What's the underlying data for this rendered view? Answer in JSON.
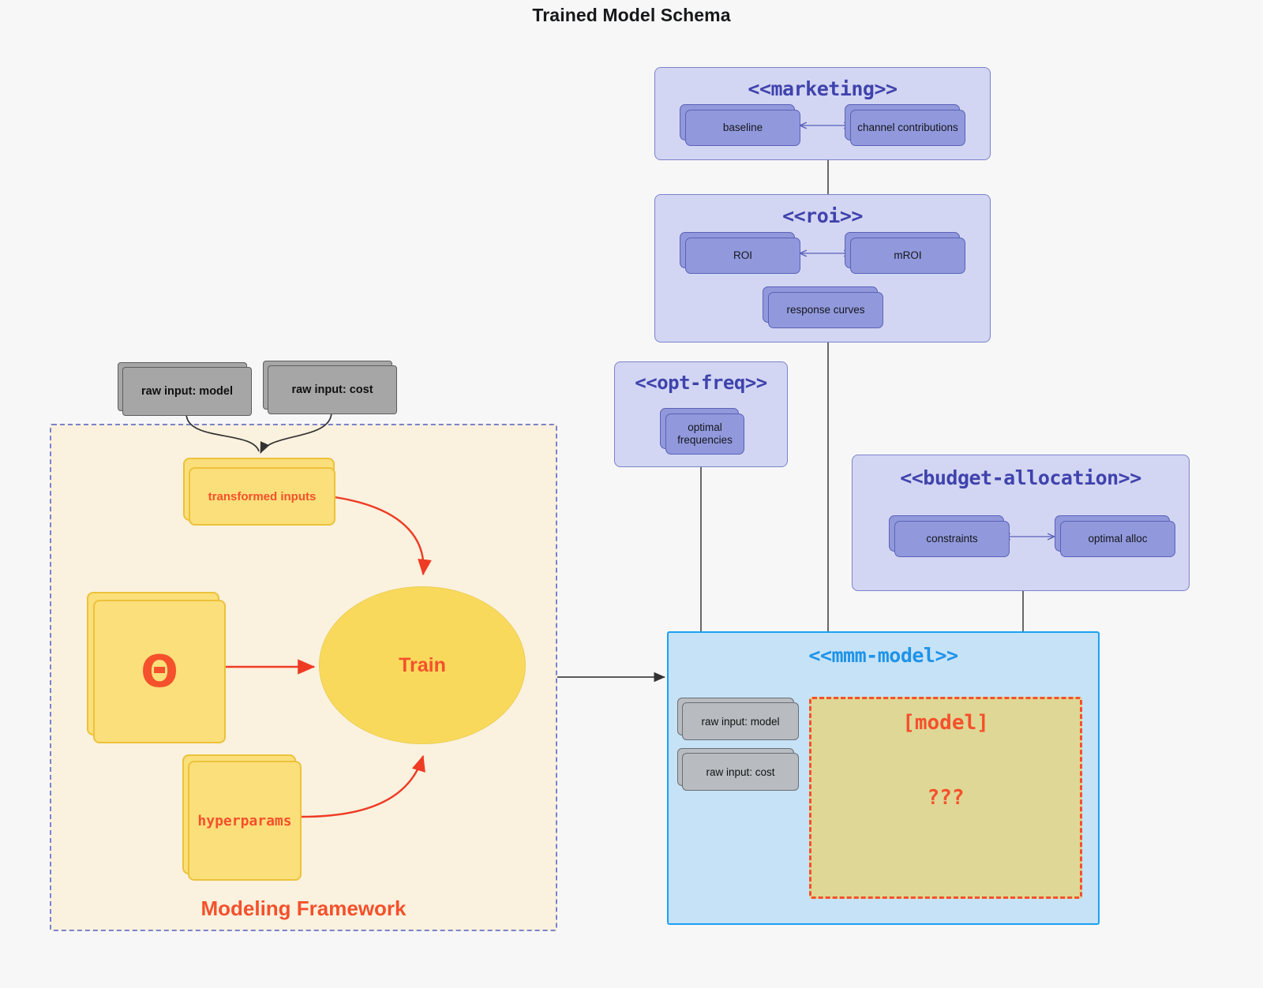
{
  "title": "Trained Model Schema",
  "packages": {
    "marketing": {
      "name": "<<marketing>>",
      "nodes": [
        {
          "label": "baseline"
        },
        {
          "label": "channel contributions"
        }
      ]
    },
    "roi": {
      "name": "<<roi>>",
      "nodes": [
        {
          "label": "ROI"
        },
        {
          "label": "mROI"
        },
        {
          "label": "response curves"
        }
      ]
    },
    "opt_freq": {
      "name": "<<opt-freq>>",
      "nodes": [
        {
          "label": "optimal frequencies"
        }
      ]
    },
    "budget_allocation": {
      "name": "<<budget-allocation>>",
      "nodes": [
        {
          "label": "constraints"
        },
        {
          "label": "optimal alloc"
        }
      ]
    },
    "mmm_model": {
      "name": "<<mmm-model>>",
      "inputs": [
        {
          "label": "raw input: model"
        },
        {
          "label": "raw input: cost"
        }
      ],
      "model_box": {
        "label": "[model]",
        "unknown": "???"
      }
    }
  },
  "framework": {
    "label": "Modeling Framework",
    "raw_inputs": [
      {
        "label": "raw input: model"
      },
      {
        "label": "raw input: cost"
      }
    ],
    "transformed_inputs": "transformed inputs",
    "theta": "Θ",
    "hyperparams": "hyperparams",
    "train": "Train"
  },
  "colors": {
    "background": "#f7f7f7",
    "package_fill": "#d3d6f2",
    "package_stroke": "#7b82cc",
    "card_fill": "#9199dc",
    "card_stroke": "#5a62b8",
    "package_title_text": "#3f43ad",
    "gray_card_fill": "#a6a6a6",
    "gray_card_stroke": "#5e5e5e",
    "framework_fill": "#faf1de",
    "framework_stroke": "#7b82cc",
    "yellow_card_fill": "#fbdf7a",
    "yellow_card_stroke": "#ecc23b",
    "train_fill": "#f9d95c",
    "accent_red": "#f4512c",
    "mmm_fill": "#c6e2f7",
    "mmm_stroke": "#1ba1f2",
    "model_dashed_fill": "#dfd795",
    "connector": "#444444"
  }
}
